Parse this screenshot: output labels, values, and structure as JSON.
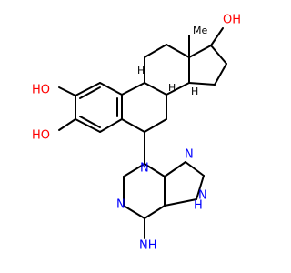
{
  "structure": {
    "colors": {
      "bond": "#000000",
      "oxygen": "#ff0000",
      "nitrogen": "#0000ff"
    },
    "labels": {
      "oh_top_right": "OH",
      "ho_left_upper": "HO",
      "ho_left_lower": "HO",
      "n_purine_9": "N",
      "n_purine_7": "N",
      "n_purine_1": "N",
      "n_purine_h": "H",
      "nh_imine": "NH",
      "n_purine_3": "N",
      "h_stereo_9": "H",
      "h_stereo_8": "H",
      "h_stereo_14": "H",
      "me_stereo": "Me"
    }
  }
}
